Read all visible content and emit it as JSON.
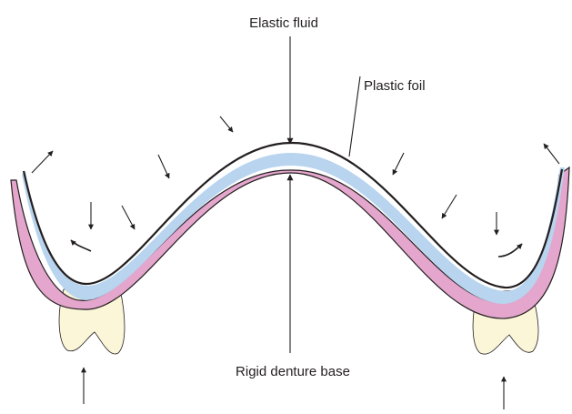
{
  "labels": {
    "elastic_fluid": "Elastic fluid",
    "plastic_foil": "Plastic foil",
    "rigid_denture_base": "Rigid denture base"
  },
  "colors": {
    "denture_base": "#e4a6cc",
    "fluid_layer": "#b8d4ee",
    "tooth": "#fbf6d8",
    "outline": "#231f20"
  }
}
